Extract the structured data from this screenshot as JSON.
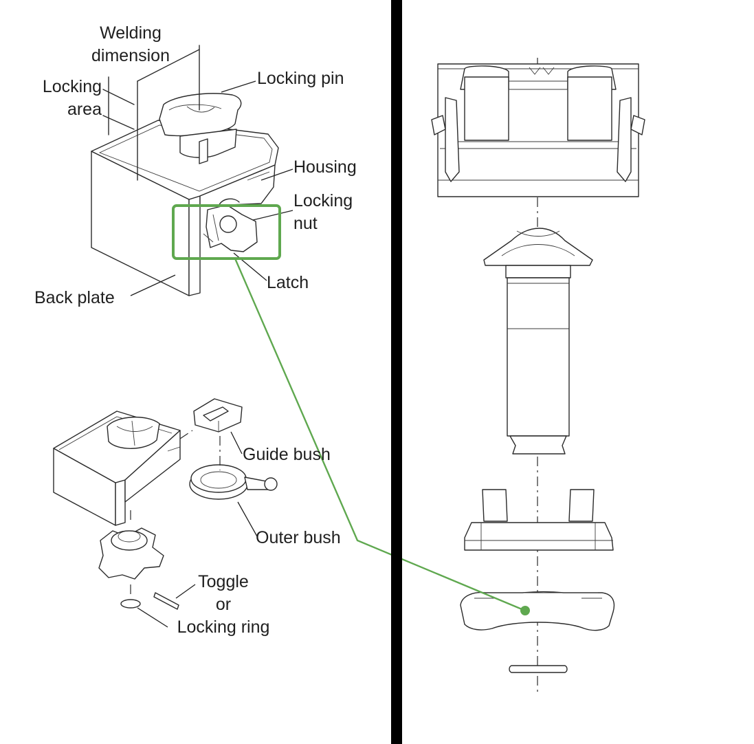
{
  "labels": {
    "welding_dimension": "Welding\ndimension",
    "locking_area": "Locking\narea",
    "locking_pin": "Locking pin",
    "housing": "Housing",
    "locking_nut": "Locking\nnut",
    "latch": "Latch",
    "back_plate": "Back plate",
    "guide_bush": "Guide bush",
    "outer_bush": "Outer bush",
    "toggle_or_locking_ring": "Toggle\nor\nLocking ring"
  },
  "colors": {
    "highlight": "#5fa84f",
    "divider": "#000000",
    "line": "#2a2a2a",
    "text": "#1f1f1f"
  }
}
